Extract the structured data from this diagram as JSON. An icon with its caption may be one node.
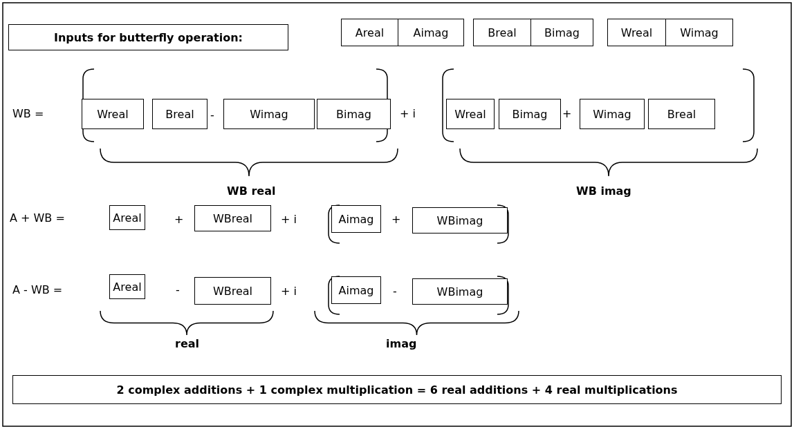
{
  "diagram": {
    "nodes": [
      {
        "text": [
          "Inputs for butterfly operation:"
        ]
      },
      {
        "text": [
          "Areal"
        ]
      },
      {
        "text": [
          "Aimag"
        ]
      },
      {
        "text": [
          "Breal"
        ]
      },
      {
        "text": [
          "Bimag"
        ]
      },
      {
        "text": [
          "Wreal"
        ]
      },
      {
        "text": [
          "Wimag"
        ]
      },
      {
        "text": [
          "Wreal"
        ]
      },
      {
        "text": [
          "Breal"
        ]
      },
      {
        "text": [
          "Wimag"
        ]
      },
      {
        "text": [
          "Bimag"
        ]
      },
      {
        "text": [
          "Wreal"
        ]
      },
      {
        "text": [
          "Bimag"
        ]
      },
      {
        "text": [
          "Wimag"
        ]
      },
      {
        "text": [
          "Breal"
        ]
      },
      {
        "text": [
          "Areal"
        ]
      },
      {
        "text": [
          "WBreal"
        ]
      },
      {
        "text": [
          "Aimag"
        ]
      },
      {
        "text": [
          "WBimag"
        ]
      },
      {
        "text": [
          "Areal"
        ]
      },
      {
        "text": [
          "WBreal"
        ]
      },
      {
        "text": [
          "Aimag"
        ]
      },
      {
        "text": [
          "WBimag"
        ]
      },
      {
        "text": [
          "2 complex additions + 1 complex multiplication = 6 real additions + 4 real multiplications"
        ]
      }
    ],
    "edges": [],
    "labels": [
      "WB =",
      "-",
      "+ i",
      "+",
      "WB real",
      "WB imag",
      "A + WB =",
      "+",
      "+ i",
      "+",
      "A - WB =",
      "-",
      "+ i",
      "-",
      "real",
      "imag"
    ]
  }
}
